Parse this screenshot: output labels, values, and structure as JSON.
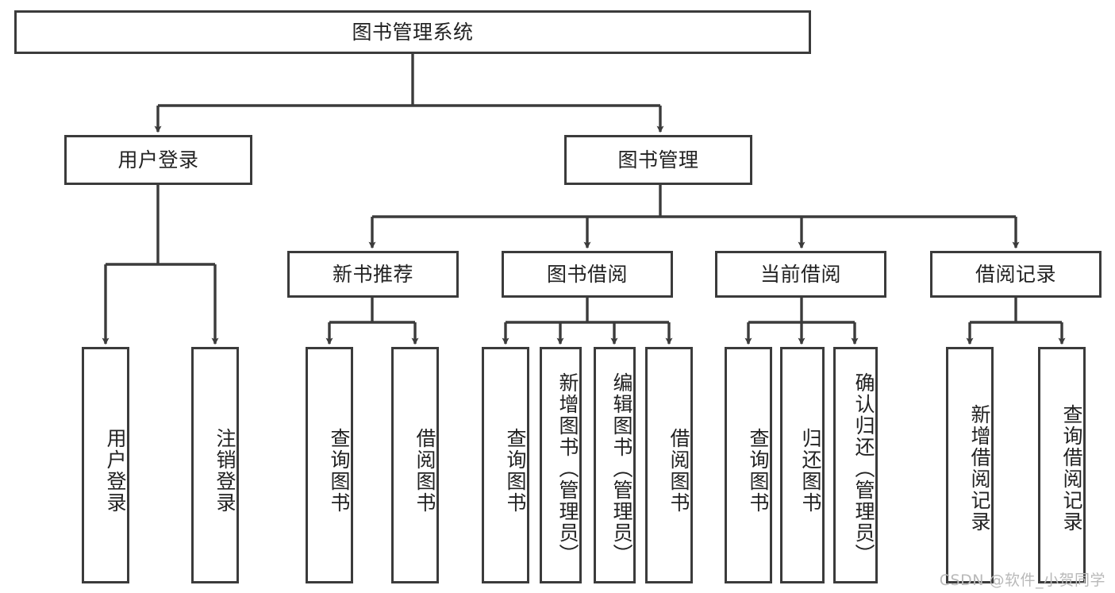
{
  "diagram": {
    "title": "图书管理系统",
    "type": "hierarchy-tree",
    "watermark": "CSDN @软件_小贺同学",
    "line_color": "#3b3b3b",
    "box_fill": "#ffffff",
    "text_color": "#222222",
    "nodes": {
      "root": "图书管理系统",
      "level2": [
        "用户登录",
        "图书管理"
      ],
      "level3": [
        "新书推荐",
        "图书借阅",
        "当前借阅",
        "借阅记录"
      ],
      "leaves": {
        "user_login": [
          "用户登录",
          "注销登录"
        ],
        "new_book_recommend": [
          "查询图书",
          "借阅图书"
        ],
        "book_borrow": [
          "查询图书",
          "新增图书（管理员）",
          "编辑图书（管理员）",
          "借阅图书"
        ],
        "current_borrow": [
          "查询图书",
          "归还图书",
          "确认归还（管理员）"
        ],
        "borrow_record": [
          "新增借阅记录",
          "查询借阅记录"
        ]
      }
    },
    "tree": [
      {
        "label": "图书管理系统",
        "children": [
          {
            "label": "用户登录",
            "children": [
              {
                "label": "用户登录"
              },
              {
                "label": "注销登录"
              }
            ]
          },
          {
            "label": "图书管理",
            "children": [
              {
                "label": "新书推荐",
                "children": [
                  {
                    "label": "查询图书"
                  },
                  {
                    "label": "借阅图书"
                  }
                ]
              },
              {
                "label": "图书借阅",
                "children": [
                  {
                    "label": "查询图书"
                  },
                  {
                    "label": "新增图书（管理员）"
                  },
                  {
                    "label": "编辑图书（管理员）"
                  },
                  {
                    "label": "借阅图书"
                  }
                ]
              },
              {
                "label": "当前借阅",
                "children": [
                  {
                    "label": "查询图书"
                  },
                  {
                    "label": "归还图书"
                  },
                  {
                    "label": "确认归还（管理员）"
                  }
                ]
              },
              {
                "label": "借阅记录",
                "children": [
                  {
                    "label": "新增借阅记录"
                  },
                  {
                    "label": "查询借阅记录"
                  }
                ]
              }
            ]
          }
        ]
      }
    ]
  }
}
